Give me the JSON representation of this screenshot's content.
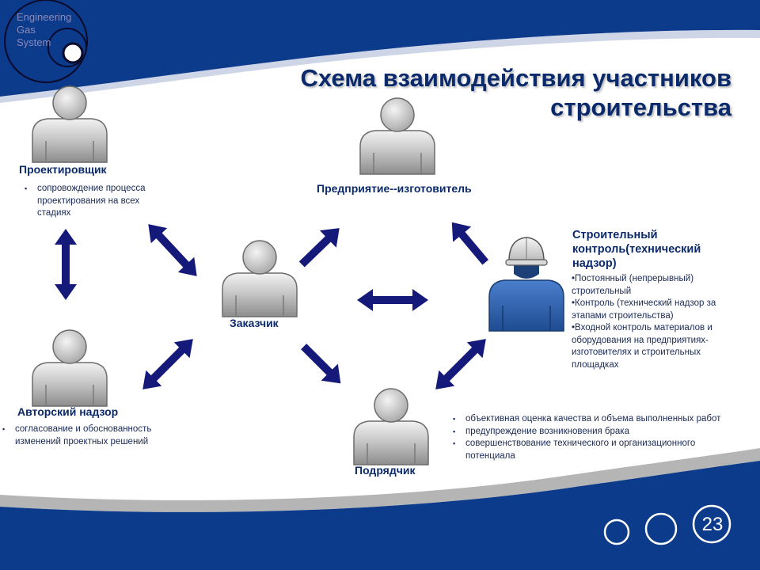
{
  "title": "Схема взаимодействия участников строительства",
  "logo": {
    "text": "Engineering Gas System"
  },
  "participants": {
    "designer": {
      "name": "Проектировщик",
      "bullets": [
        "сопровождение процесса проектирования на всех стадиях"
      ]
    },
    "manufacturer": {
      "name": "Предприятие--изготовитель"
    },
    "customer": {
      "name": "Заказчик"
    },
    "author_supervision": {
      "name": "Авторский надзор",
      "bullets": [
        "согласование и обоснованность изменений проектных решений"
      ]
    },
    "contractor": {
      "name": "Подрядчик",
      "bullets": [
        "объективная оценка качества и объема выполненных работ",
        "предупреждение возникновения брака",
        "совершенствование технического и организационного потенциала"
      ]
    },
    "construction_control": {
      "name": "Строительный контроль(технический надзор)",
      "items": [
        "•Постоянный (непрерывный) строительный",
        "•Контроль (технический надзор за этапами строительства)",
        "•Входной контроль материалов и оборудования на предприятиях-изготовителях и строительных площадках"
      ]
    }
  },
  "page_number": "23",
  "colors": {
    "navy": "#0b2a6b",
    "arrow": "#151a7a",
    "band": "#0d3b8c",
    "person_gray": "#a9a9a9",
    "person_blue": "#2c5fa8"
  }
}
